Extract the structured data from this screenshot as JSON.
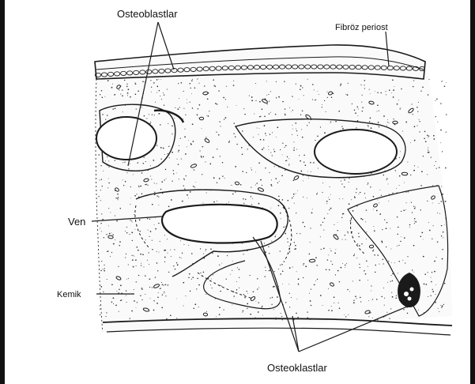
{
  "labels": {
    "osteoblastlar": "Osteoblastlar",
    "fibroz_periost": "Fibröz periost",
    "ven": "Ven",
    "kemik": "Kemik",
    "osteoklastlar": "Osteoklastlar"
  },
  "colors": {
    "ink": "#1a1a1a",
    "background": "#ffffff",
    "frame": "#111111"
  }
}
